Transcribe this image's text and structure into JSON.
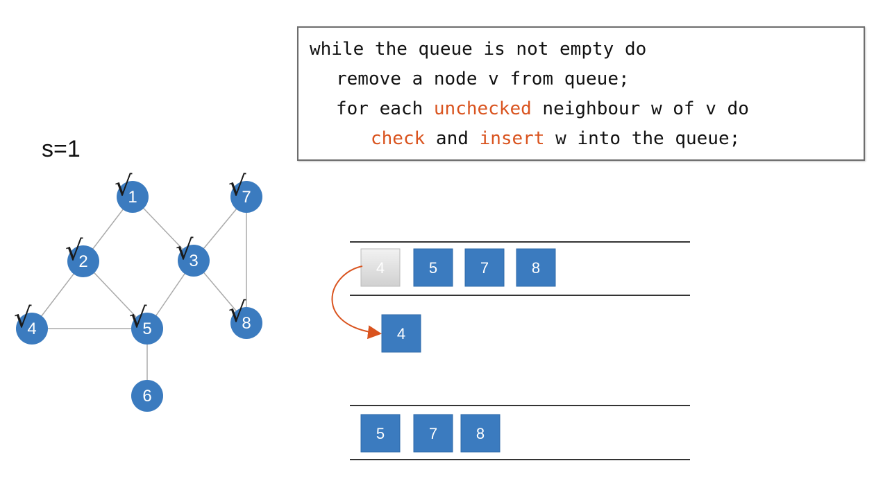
{
  "code": {
    "line1": "while the queue is not empty do",
    "line2": "remove a node v from queue;",
    "line3_pre": "for each ",
    "line3_hl": "unchecked",
    "line3_post": " neighbour w of v do",
    "line4_hl1": "check",
    "line4_mid": " and ",
    "line4_hl2": "insert",
    "line4_post": " w into the queue;"
  },
  "source_label": "s=1",
  "colors": {
    "node_fill": "#3b7bbf",
    "highlight": "#d9531e",
    "edge": "#aaaaaa",
    "queue_box": "#3b7bbf",
    "removed_box": "#e6e6e6"
  },
  "graph": {
    "nodes": [
      {
        "id": "1",
        "label": "1",
        "checked": true
      },
      {
        "id": "2",
        "label": "2",
        "checked": true
      },
      {
        "id": "3",
        "label": "3",
        "checked": true
      },
      {
        "id": "4",
        "label": "4",
        "checked": true
      },
      {
        "id": "5",
        "label": "5",
        "checked": true
      },
      {
        "id": "6",
        "label": "6",
        "checked": false
      },
      {
        "id": "7",
        "label": "7",
        "checked": true
      },
      {
        "id": "8",
        "label": "8",
        "checked": true
      }
    ],
    "edges": [
      [
        "1",
        "2"
      ],
      [
        "1",
        "3"
      ],
      [
        "2",
        "4"
      ],
      [
        "2",
        "5"
      ],
      [
        "4",
        "5"
      ],
      [
        "3",
        "5"
      ],
      [
        "3",
        "7"
      ],
      [
        "3",
        "8"
      ],
      [
        "7",
        "8"
      ],
      [
        "5",
        "6"
      ]
    ],
    "check_mark": "√"
  },
  "queue_before": [
    "4",
    "5",
    "7",
    "8"
  ],
  "removed_node": "4",
  "queue_after": [
    "5",
    "7",
    "8"
  ]
}
